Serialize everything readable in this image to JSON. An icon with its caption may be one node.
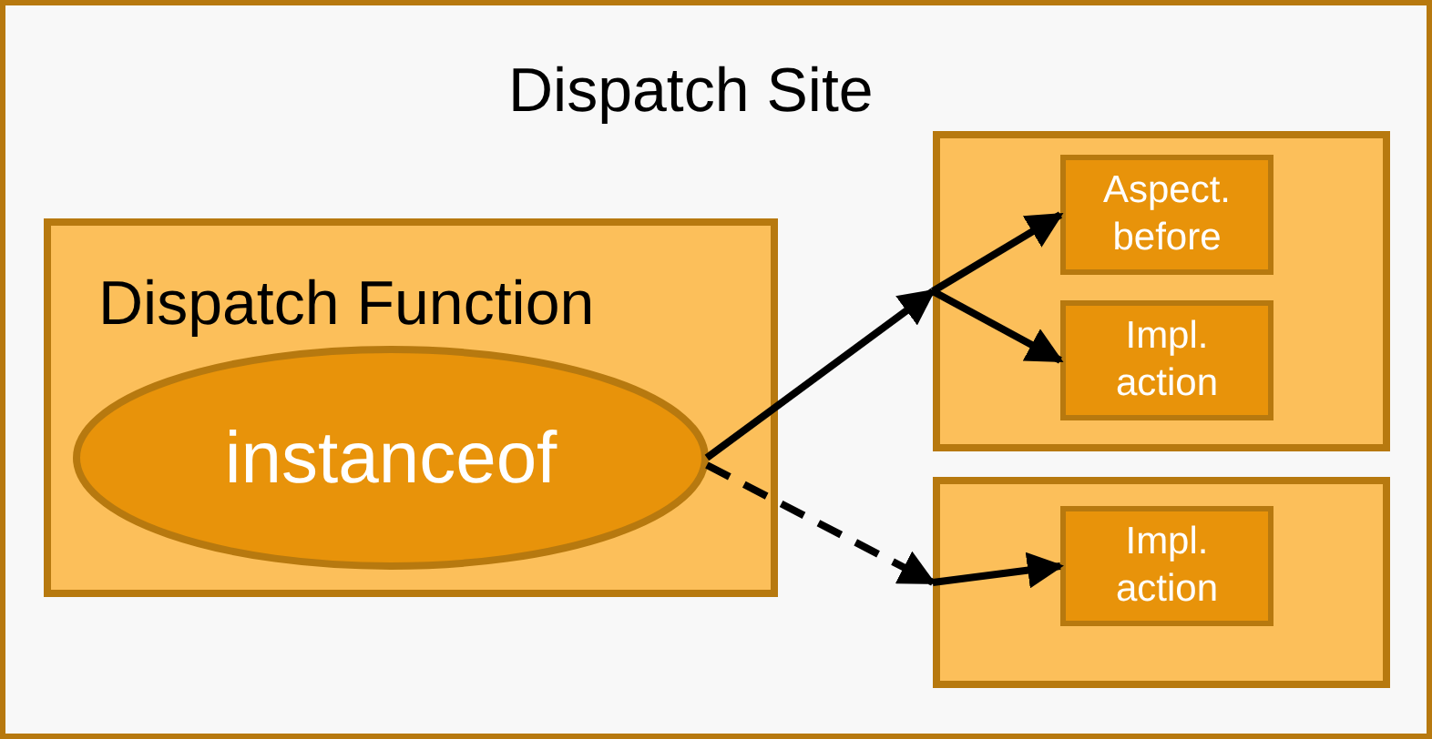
{
  "diagram": {
    "nodes": [
      {
        "text": [
          "Dispatch Site"
        ]
      },
      {
        "text": [
          "Dispatch Function"
        ],
        "in": 0
      },
      {
        "text": [
          "instanceof"
        ],
        "in": 1
      },
      {
        "text": [],
        "shape": "box",
        "in": 0
      },
      {
        "text": [
          "Aspect. before"
        ],
        "in": 3
      },
      {
        "text": [
          "Impl. action"
        ],
        "in": 3
      },
      {
        "text": [],
        "shape": "box",
        "in": 0
      },
      {
        "text": [
          "Impl. action"
        ],
        "in": 6
      }
    ],
    "edges": [
      {
        "from": 2,
        "to": 3,
        "arrow": "to"
      },
      {
        "from": 3,
        "to": 4,
        "arrow": "to"
      },
      {
        "from": 3,
        "to": 5,
        "arrow": "to"
      },
      {
        "from": 2,
        "to": 6,
        "arrow": "to",
        "style": "dashed"
      },
      {
        "from": 6,
        "to": 7,
        "arrow": "to"
      }
    ]
  }
}
